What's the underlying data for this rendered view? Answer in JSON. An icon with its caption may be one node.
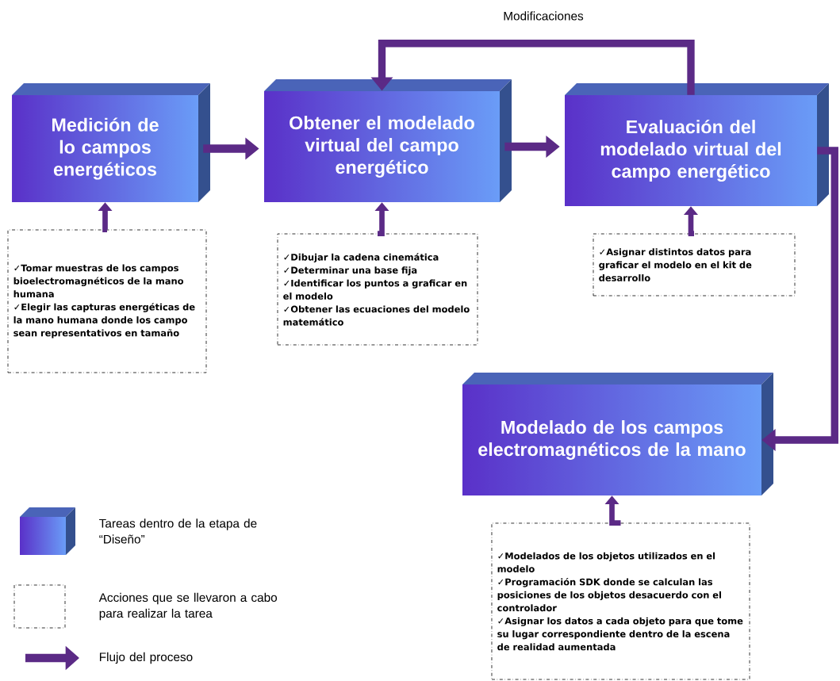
{
  "diagram": {
    "nodes": [
      {
        "text": [
          "Medición de lo campos energéticos"
        ]
      },
      {
        "text": [
          "Obtener el modelado virtual del campo energético"
        ]
      },
      {
        "text": [
          "Evaluación del modelado virtual del campo energético"
        ]
      },
      {
        "text": [
          "Modelado de los campos electromagnéticos de la mano"
        ]
      },
      {
        "text": [
          "✓Tomar muestras de los campos bioelectromagnéticos de la mano humana",
          "✓Elegir las capturas energéticas de la mano humana donde los campo sean representativos en tamaño"
        ]
      },
      {
        "text": [
          "✓Dibujar la cadena cinemática",
          "✓Determinar una base fija",
          "✓Identificar los puntos a graficar en el modelo",
          "✓Obtener las ecuaciones del modelo matemático"
        ]
      },
      {
        "text": [
          "✓Asignar distintos datos para graficar el modelo en el kit de desarrollo"
        ]
      },
      {
        "text": [
          "✓Modelados de los objetos utilizados en el modelo",
          "✓Programación SDK donde se calculan las posiciones de los objetos desacuerdo con el controlador",
          "✓Asignar los datos a cada objeto para que tome su lugar correspondiente dentro de la escena de realidad aumentada"
        ]
      }
    ],
    "edges": [
      {
        "from": 0,
        "to": 1,
        "arrow": "to"
      },
      {
        "from": 1,
        "to": 2,
        "arrow": "to"
      },
      {
        "from": 2,
        "to": 1,
        "arrow": "to",
        "label": "Modificaciones"
      },
      {
        "from": 2,
        "to": 3,
        "arrow": "to"
      },
      {
        "from": 4,
        "to": 0,
        "arrow": "to"
      },
      {
        "from": 5,
        "to": 1,
        "arrow": "to"
      },
      {
        "from": 6,
        "to": 2,
        "arrow": "to"
      },
      {
        "from": 7,
        "to": 3,
        "arrow": "to"
      }
    ],
    "legend": [
      {
        "text": "Tareas dentro de la etapa  de “Diseño”"
      },
      {
        "text": "Acciones que se llevaron a cabo para realizar la tarea"
      },
      {
        "text": "Flujo del proceso"
      }
    ]
  }
}
